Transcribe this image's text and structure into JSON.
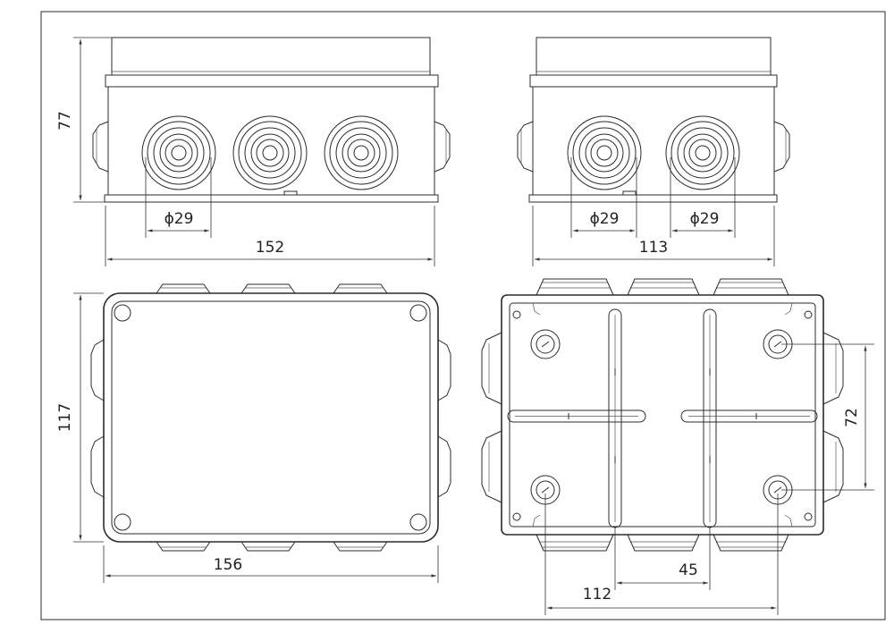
{
  "dimensions": {
    "front_height": "77",
    "front_width": "152",
    "front_hole": "ϕ29",
    "side_width": "113",
    "side_hole_left": "ϕ29",
    "side_hole_right": "ϕ29",
    "top_height": "117",
    "top_width": "156",
    "bottom_height": "72",
    "bottom_width": "112",
    "bottom_spacing": "45"
  },
  "colors": {
    "line": "#2b2b2b",
    "background": "#ffffff"
  }
}
